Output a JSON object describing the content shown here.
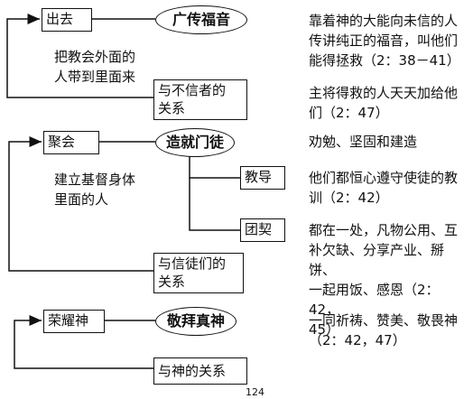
{
  "sections": [
    {
      "action": "出去",
      "goal": "广传福音",
      "note_lines": [
        "把教会外面的",
        "人带到里面来"
      ],
      "relation_lines": [
        "与不信者的",
        "关系"
      ],
      "desc_groups": [
        [
          "靠着神的大能向未信的人",
          "传讲纯正的福音，叫他们",
          "能得拯救（2：38－41）"
        ],
        [
          "主将得救的人天天加给他",
          "们（2：47）"
        ]
      ]
    },
    {
      "action": "聚会",
      "goal": "造就门徒",
      "note_lines": [
        "建立基督身体",
        "里面的人"
      ],
      "sub_items": [
        "教导",
        "团契"
      ],
      "relation_lines": [
        "与信徒们的",
        "关系"
      ],
      "desc_groups": [
        [
          "劝勉、坚固和建造"
        ],
        [
          "他们都恒心遵守使徒的教",
          "训（2：42）"
        ],
        [
          "都在一处，凡物公用、互",
          "补欠缺、分享产业、掰饼、",
          "一起用饭、感恩（2：42，",
          "45）"
        ]
      ]
    },
    {
      "action": "荣耀神",
      "goal": "敬拜真神",
      "relation_lines": [
        "与神的关系"
      ],
      "desc_groups": [
        [
          "一同祈祷、赞美、敬畏神",
          "（2：42，47）"
        ]
      ]
    }
  ],
  "page_number": "124"
}
